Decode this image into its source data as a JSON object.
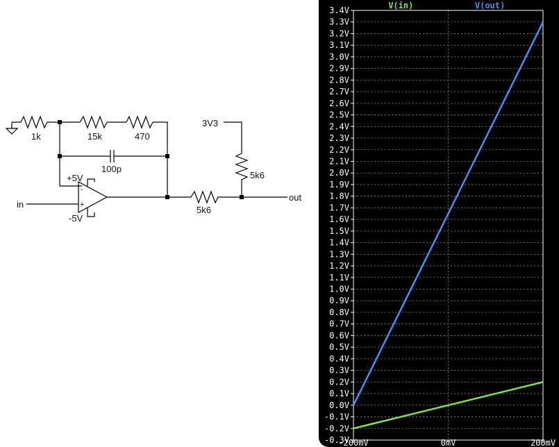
{
  "schematic": {
    "labels": {
      "r_ground": "1k",
      "r_fb1": "15k",
      "r_fb2": "470",
      "cap": "100p",
      "pos_supply": "+5V",
      "neg_supply": "-5V",
      "input": "in",
      "output": "out",
      "r_series": "5k6",
      "r_pullup": "5k6",
      "pullup_supply": "3V3",
      "opamp_minus": "-",
      "opamp_plus": "+"
    }
  },
  "chart_data": {
    "type": "line",
    "legend": [
      "V(in)",
      "V(out)"
    ],
    "series": [
      {
        "name": "V(in)",
        "color": "#7ee84a",
        "x_mV": [
          -200,
          200
        ],
        "y_V": [
          -0.2,
          0.2
        ]
      },
      {
        "name": "V(out)",
        "color": "#4a90f0",
        "x_mV": [
          -200,
          200
        ],
        "y_V": [
          0.0,
          3.3
        ]
      }
    ],
    "xlim_mV": [
      -200,
      200
    ],
    "ylim_V": [
      -0.3,
      3.4
    ],
    "x_ticks": [
      "-200mV",
      "0mV",
      "200mV"
    ],
    "y_ticks": [
      "3.4V",
      "3.3V",
      "3.2V",
      "3.1V",
      "3.0V",
      "2.9V",
      "2.8V",
      "2.7V",
      "2.6V",
      "2.5V",
      "2.4V",
      "2.3V",
      "2.2V",
      "2.1V",
      "2.0V",
      "1.9V",
      "1.8V",
      "1.7V",
      "1.6V",
      "1.5V",
      "1.4V",
      "1.3V",
      "1.2V",
      "1.1V",
      "1.0V",
      "0.9V",
      "0.8V",
      "0.7V",
      "0.6V",
      "0.5V",
      "0.4V",
      "0.3V",
      "0.2V",
      "0.1V",
      "0.0V",
      "-0.1V",
      "-0.2V",
      "-0.3V"
    ],
    "grid": true,
    "background": "#000000"
  }
}
